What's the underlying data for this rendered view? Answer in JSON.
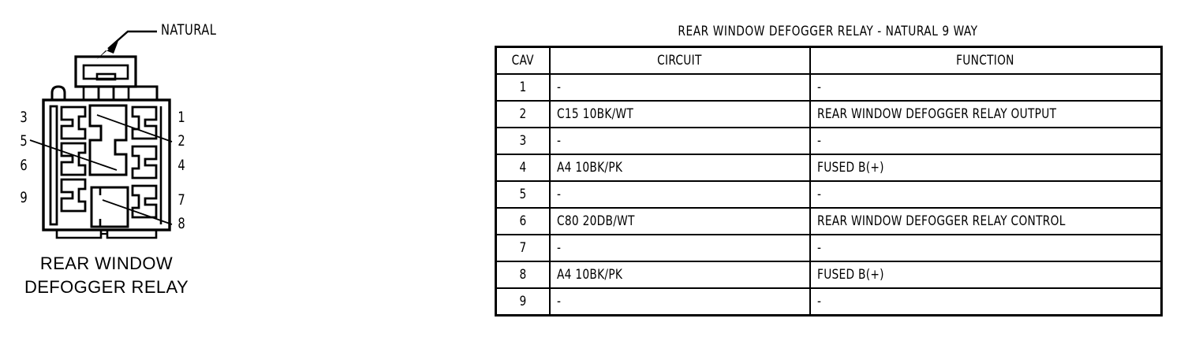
{
  "connector": {
    "callout_label": "NATURAL",
    "caption_line1": "REAR WINDOW",
    "caption_line2": "DEFOGGER RELAY",
    "left_pins": [
      "3",
      "5",
      "6",
      "9"
    ],
    "right_pins": [
      "1",
      "2",
      "4",
      "7",
      "8"
    ]
  },
  "table": {
    "title": "REAR WINDOW DEFOGGER RELAY - NATURAL 9 WAY",
    "headers": {
      "cav": "CAV",
      "circuit": "CIRCUIT",
      "function": "FUNCTION"
    },
    "rows": [
      {
        "cav": "1",
        "circuit": "-",
        "function": "-"
      },
      {
        "cav": "2",
        "circuit": "C15 10BK/WT",
        "function": "REAR WINDOW DEFOGGER RELAY OUTPUT"
      },
      {
        "cav": "3",
        "circuit": "-",
        "function": "-"
      },
      {
        "cav": "4",
        "circuit": "A4 10BK/PK",
        "function": "FUSED B(+)"
      },
      {
        "cav": "5",
        "circuit": "-",
        "function": "-"
      },
      {
        "cav": "6",
        "circuit": "C80 20DB/WT",
        "function": "REAR WINDOW DEFOGGER RELAY CONTROL"
      },
      {
        "cav": "7",
        "circuit": "-",
        "function": "-"
      },
      {
        "cav": "8",
        "circuit": "A4 10BK/PK",
        "function": "FUSED B(+)"
      },
      {
        "cav": "9",
        "circuit": "-",
        "function": "-"
      }
    ]
  },
  "colors": {
    "ink": "#000000",
    "background": "#ffffff"
  }
}
